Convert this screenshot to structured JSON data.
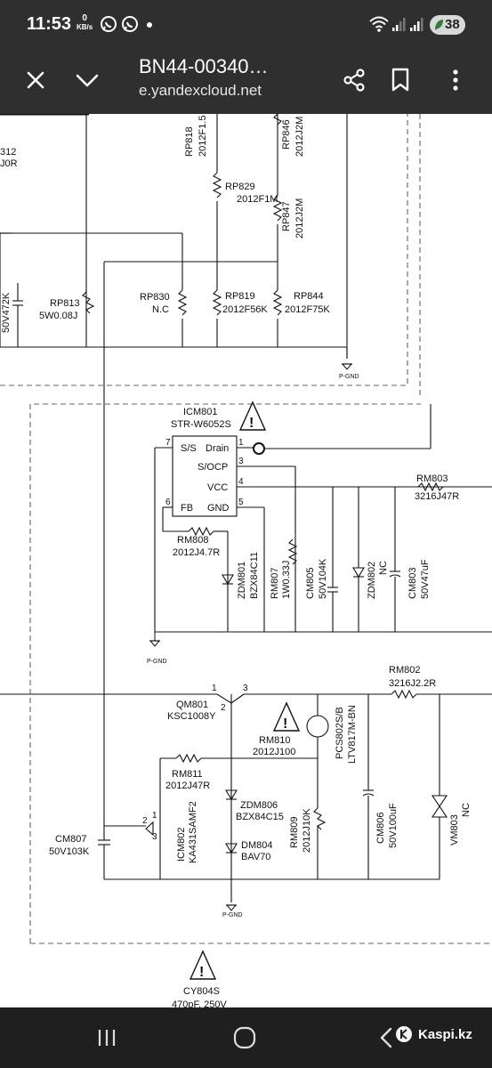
{
  "status_bar": {
    "time": "11:53",
    "net_speed_value": "0",
    "net_speed_unit": "KB/s",
    "battery_level": "38"
  },
  "toolbar": {
    "title": "BN44-00340…",
    "subtitle": "e.yandexcloud.net"
  },
  "schematic": {
    "labels": {
      "rp812_top": "312",
      "rp812_bot": "J0R",
      "rp818_a": "RP818",
      "rp818_b": "2012F1.5",
      "rp846_a": "RP846",
      "rp846_b": "2012J2M",
      "rp829_a": "RP829",
      "rp829_b": "2012F1M",
      "rp847_a": "RP847",
      "rp847_b": "2012J2M",
      "cap_50v472k": "50V472K",
      "rp813_a": "RP813",
      "rp813_b": "5W0.08J",
      "rp830_a": "RP830",
      "rp830_b": "N.C",
      "rp819_a": "RP819",
      "rp819_b": "2012F56K",
      "rp844_a": "RP844",
      "rp844_b": "2012F75K",
      "pgnd": "P-GND",
      "icm801_a": "ICM801",
      "icm801_b": "STR-W6052S",
      "pin_ss": "S/S",
      "pin_drain": "Drain",
      "pin_socp": "S/OCP",
      "pin_vcc": "VCC",
      "pin_fb": "FB",
      "pin_gnd": "GND",
      "pin1": "1",
      "pin3": "3",
      "pin4": "4",
      "pin5": "5",
      "pin6": "6",
      "pin7": "7",
      "rm803_a": "RM803",
      "rm803_b": "3216J47R",
      "rm808_a": "RM808",
      "rm808_b": "2012J4.7R",
      "zdm801_a": "ZDM801",
      "zdm801_b": "BZX84C11",
      "rm807_a": "RM807",
      "rm807_b": "1W0.33J",
      "cm805_a": "CM805",
      "cm805_b": "50V104K",
      "zdm802_a": "ZDM802",
      "zdm802_b": "NC",
      "cm803_a": "CM803",
      "cm803_b": "50V47uF",
      "rm802_a": "RM802",
      "rm802_b": "3216J2.2R",
      "q_pin1": "1",
      "q_pin2": "2",
      "q_pin3": "3",
      "qm801_a": "QM801",
      "qm801_b": "KSC1008Y",
      "pcs802_a": "PCS802S/B",
      "pcs802_b": "LTV817M-BN",
      "rm810_a": "RM810",
      "rm810_b": "2012J100",
      "rm811_a": "RM811",
      "rm811_b": "2012J47R",
      "zdm806_a": "ZDM806",
      "zdm806_b": "BZX84C15",
      "dm804_a": "DM804",
      "dm804_b": "BAV70",
      "rm809_a": "RM809",
      "rm809_b": "2012J10K",
      "cm806_a": "CM806",
      "cm806_b": "50V100uF",
      "vm803_a": "VM803",
      "vm803_b": "NC",
      "icm802_a": "ICM802",
      "icm802_b": "KA431SAMF2",
      "u_pin1": "1",
      "u_pin2": "2",
      "u_pin3": "3",
      "cm807_a": "CM807",
      "cm807_b": "50V103K",
      "cy804_a": "CY804S",
      "cy804_b": "470pF, 250V"
    }
  },
  "nav_bar": {
    "brand": "Kaspi.kz"
  },
  "icons": [
    "whatsapp-icon",
    "wifi-icon",
    "signal-icon",
    "leaf-icon",
    "close-icon",
    "chevron-down-icon",
    "share-icon",
    "bookmark-icon",
    "more-vert-icon",
    "recents-icon",
    "home-icon",
    "back-icon",
    "kaspi-logo-icon",
    "warning-icon"
  ]
}
